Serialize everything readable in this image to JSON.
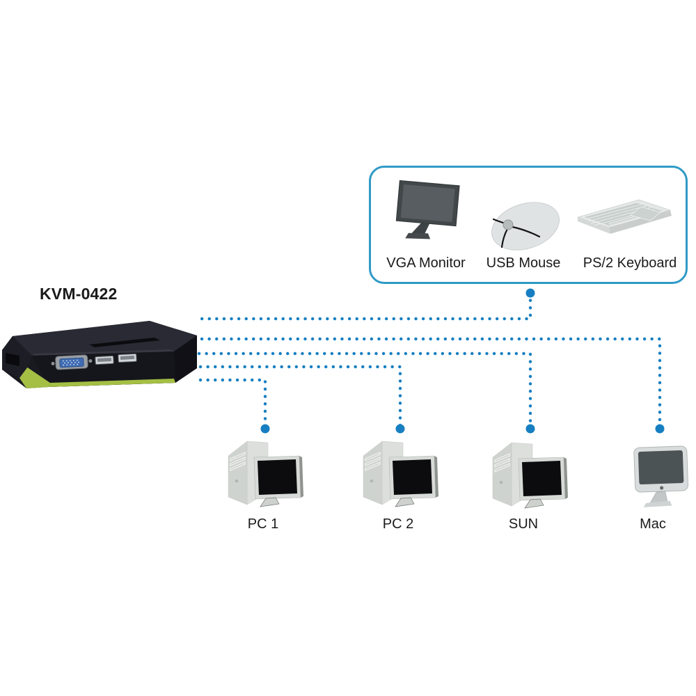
{
  "kvm": {
    "label": "KVM-0422"
  },
  "console_box": {
    "items": [
      {
        "name": "vga-monitor",
        "label": "VGA Monitor"
      },
      {
        "name": "usb-mouse",
        "label": "USB Mouse"
      },
      {
        "name": "ps2-keyboard",
        "label": "PS/2 Keyboard"
      }
    ]
  },
  "computers": [
    {
      "name": "pc-1",
      "label": "PC 1"
    },
    {
      "name": "pc-2",
      "label": "PC 2"
    },
    {
      "name": "sun",
      "label": "SUN"
    },
    {
      "name": "mac",
      "label": "Mac"
    }
  ],
  "connections": [
    {
      "from": "kvm",
      "to": "console-devices"
    },
    {
      "from": "kvm",
      "to": "mac"
    },
    {
      "from": "kvm",
      "to": "sun"
    },
    {
      "from": "kvm",
      "to": "pc-2"
    },
    {
      "from": "kvm",
      "to": "pc-1"
    }
  ],
  "colors": {
    "connector-blue": "#177fc1",
    "box-border": "#2f9ac6",
    "kvm-green": "#a4bf44",
    "text-color": "#1a1a1a"
  }
}
